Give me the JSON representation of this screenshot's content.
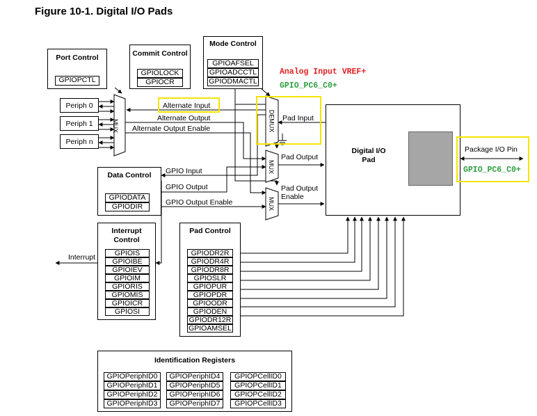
{
  "title": "Figure 10-1. Digital I/O Pads",
  "port_control": {
    "title": "Port Control",
    "registers": [
      "GPIOPCTL"
    ]
  },
  "commit_control": {
    "title": "Commit Control",
    "registers": [
      "GPIOLOCK",
      "GPIOCR"
    ]
  },
  "mode_control": {
    "title": "Mode Control",
    "registers": [
      "GPIOAFSEL",
      "GPIOADCCTL",
      "GPIODMACTL"
    ]
  },
  "annotations": {
    "analog_input": "Analog Input VREF+",
    "gpio_pin_top": "GPIO_PC6_C0+",
    "gpio_pin_right": "GPIO_PC6_C0+",
    "colors": {
      "analog": "#e02020",
      "gpio": "#2e9e3e",
      "highlight": "#f5e400"
    }
  },
  "periph": [
    "Periph 0",
    "Periph 1",
    "Periph n"
  ],
  "mux_label": "MUX",
  "demux_label": "DEMUX",
  "signals": {
    "alternate_input": "Alternate Input",
    "alternate_output": "Alternate Output",
    "alternate_output_enable": "Alternate Output Enable",
    "pad_input": "Pad Input",
    "pad_output": "Pad Output",
    "pad_output_enable": "Pad Output Enable",
    "gpio_input": "GPIO Input",
    "gpio_output": "GPIO Output",
    "gpio_output_enable": "GPIO Output Enable",
    "interrupt": "Interrupt"
  },
  "digital_io_pad": "Digital I/O Pad",
  "package_io_pin": "Package I/O Pin",
  "data_control": {
    "title": "Data Control",
    "registers": [
      "GPIODATA",
      "GPIODIR"
    ]
  },
  "interrupt_control": {
    "title": "Interrupt Control",
    "registers": [
      "GPIOIS",
      "GPIOIBE",
      "GPIOIEV",
      "GPIOIM",
      "GPIORIS",
      "GPIOMIS",
      "GPIOICR",
      "GPIOSI"
    ]
  },
  "pad_control": {
    "title": "Pad Control",
    "registers": [
      "GPIODR2R",
      "GPIODR4R",
      "GPIODR8R",
      "GPIOSLR",
      "GPIOPUR",
      "GPIOPDR",
      "GPIOODR",
      "GPIODEN",
      "GPIODR12R",
      "GPIOAMSEL"
    ]
  },
  "identification": {
    "title": "Identification Registers",
    "columns": [
      [
        "GPIOPeriphID0",
        "GPIOPeriphID1",
        "GPIOPeriphID2",
        "GPIOPeriphID3"
      ],
      [
        "GPIOPeriphID4",
        "GPIOPeriphID5",
        "GPIOPeriphID6",
        "GPIOPeriphID7"
      ],
      [
        "GPIOPCellID0",
        "GPIOPCellID1",
        "GPIOPCellID2",
        "GPIOPCellID3"
      ]
    ]
  }
}
